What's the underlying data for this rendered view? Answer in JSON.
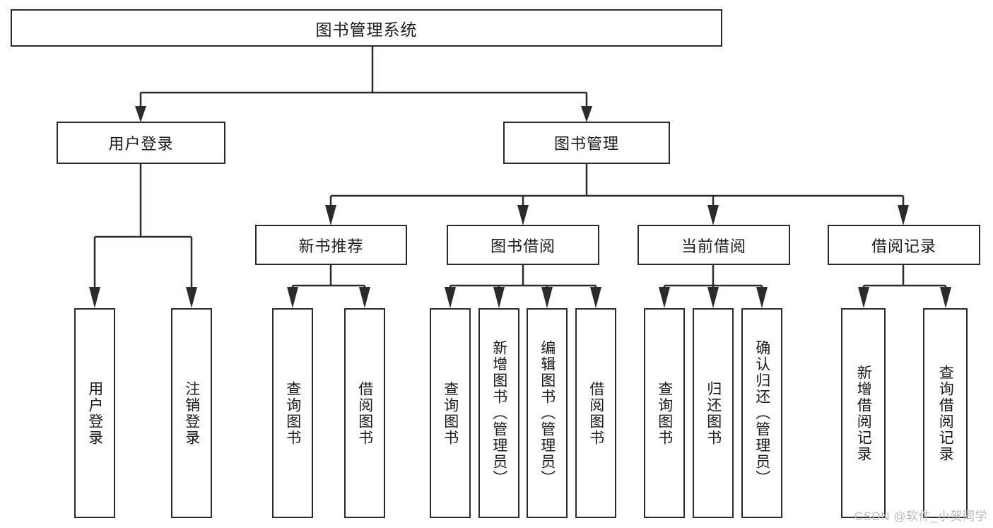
{
  "diagram": {
    "type": "tree-hierarchy-chart",
    "title": "图书管理系统",
    "stroke_color": "#2b2b2b",
    "background_color": "#ffffff",
    "text_color": "#1a1a1a",
    "root": {
      "id": "root",
      "label": "图书管理系统"
    },
    "level2": [
      {
        "id": "user-login",
        "label": "用户登录"
      },
      {
        "id": "book-manage",
        "label": "图书管理"
      }
    ],
    "level3": [
      {
        "id": "new-book-recommend",
        "label": "新书推荐"
      },
      {
        "id": "book-borrow",
        "label": "图书借阅"
      },
      {
        "id": "current-borrow",
        "label": "当前借阅"
      },
      {
        "id": "borrow-record",
        "label": "借阅记录"
      }
    ],
    "leaves": {
      "user-login": [
        {
          "id": "leaf-user-login",
          "label": "用户登录"
        },
        {
          "id": "leaf-logout",
          "label": "注销登录"
        }
      ],
      "new-book-recommend": [
        {
          "id": "leaf-query-book-1",
          "label": "查询图书"
        },
        {
          "id": "leaf-borrow-book-1",
          "label": "借阅图书"
        }
      ],
      "book-borrow": [
        {
          "id": "leaf-query-book-2",
          "label": "查询图书"
        },
        {
          "id": "leaf-add-book",
          "label": "新增图书（管理员）"
        },
        {
          "id": "leaf-edit-book",
          "label": "编辑图书（管理员）"
        },
        {
          "id": "leaf-borrow-book-2",
          "label": "借阅图书"
        }
      ],
      "current-borrow": [
        {
          "id": "leaf-query-book-3",
          "label": "查询图书"
        },
        {
          "id": "leaf-return-book",
          "label": "归还图书"
        },
        {
          "id": "leaf-confirm-return",
          "label": "确认归还（管理员）"
        }
      ],
      "borrow-record": [
        {
          "id": "leaf-add-record",
          "label": "新增借阅记录"
        },
        {
          "id": "leaf-query-record",
          "label": "查询借阅记录"
        }
      ]
    }
  },
  "watermark": {
    "text": "CSDN @软件_小贺同学"
  }
}
